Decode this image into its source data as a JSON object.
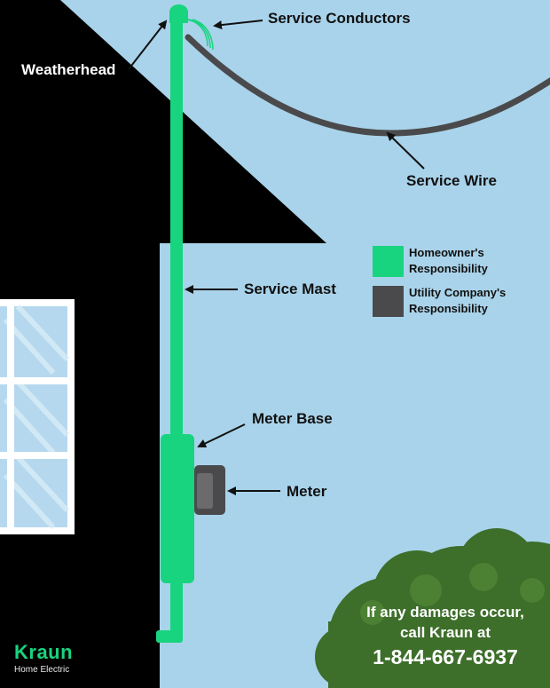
{
  "labels": {
    "service_conductors": "Service Conductors",
    "weatherhead": "Weatherhead",
    "service_wire": "Service Wire",
    "service_mast": "Service Mast",
    "meter_base": "Meter Base",
    "meter": "Meter"
  },
  "legend": {
    "items": [
      {
        "label": "Homeowner's Responsibility",
        "color": "#18d47f"
      },
      {
        "label": "Utility Company's Responsibility",
        "color": "#4a4a4c"
      }
    ]
  },
  "cta": {
    "line1": "If any damages occur,",
    "line2": "call Kraun at",
    "phone": "1-844-667-6937"
  },
  "brand": {
    "name": "Kraun",
    "sub": "Home Electric"
  },
  "colors": {
    "sky": "#a9d3ea",
    "house": "#000000",
    "homeowner": "#18d47f",
    "utility": "#4a4a4c",
    "bush": "#3d6e2a"
  }
}
